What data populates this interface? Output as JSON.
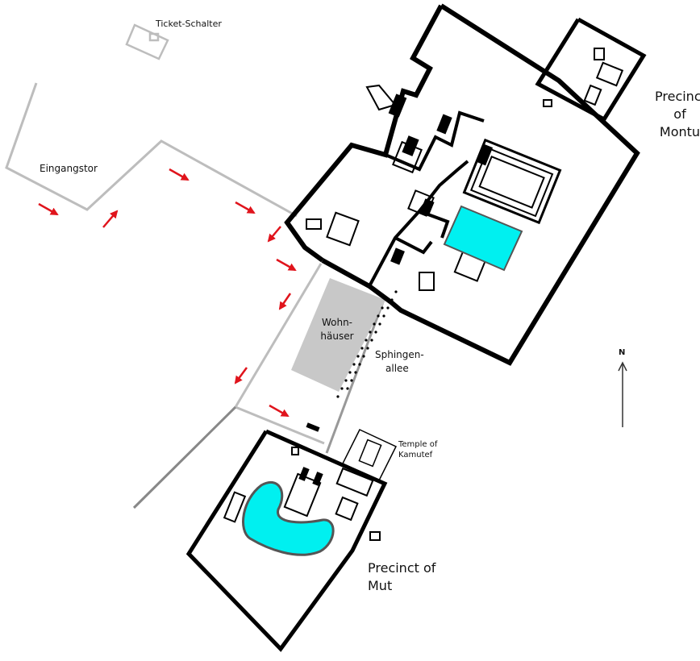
{
  "labels": {
    "ticket_office": "Ticket-Schalter",
    "entrance_gate": "Eingangstor",
    "residential_line1": "Wohn-",
    "residential_line2": "häuser",
    "sphinx_line1": "Sphingen-",
    "sphinx_line2": "allee",
    "kamutef_line1": "Temple of",
    "kamutef_line2": "Kamutef",
    "montu_line1": "Precinct",
    "montu_line2": "of",
    "montu_line3": "Montu",
    "mut_line1": "Precinct of",
    "mut_line2": "Mut",
    "north": "N"
  },
  "colors": {
    "wall": "#000000",
    "path": "#bdbdbd",
    "path_dark": "#888888",
    "water": "#00f0f0",
    "houses": "#c8c8c8",
    "arrow": "#e0141c"
  }
}
